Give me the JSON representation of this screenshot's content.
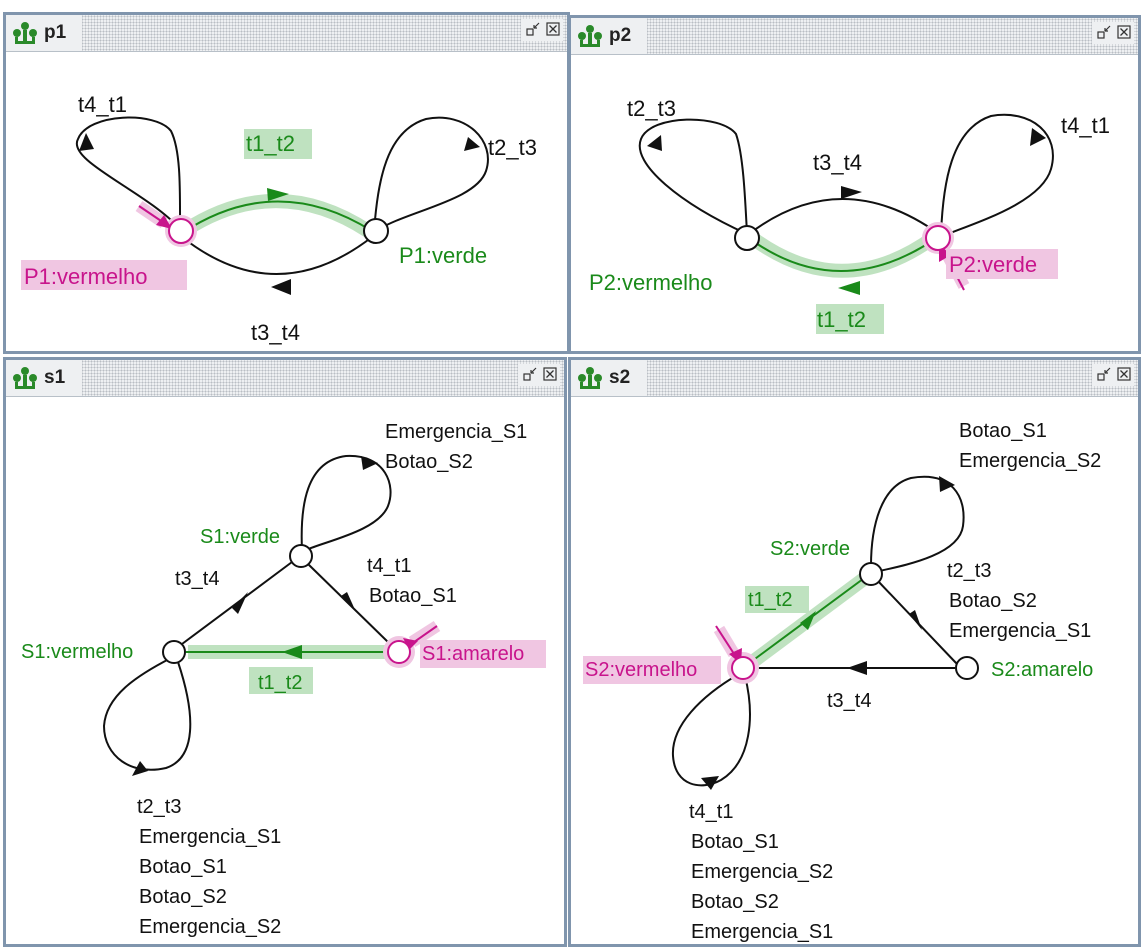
{
  "colors": {
    "green": "#1a8a1a",
    "magenta": "#c8148c",
    "highlight_green": "#bfe2c0",
    "highlight_pink": "#f0c6e2",
    "border": "#8095ad"
  },
  "panels": {
    "p1": {
      "title": "p1",
      "icon": "state-machine-icon",
      "labels": {
        "t4_t1": "t4_t1",
        "t2_t3": "t2_t3",
        "t1_t2": "t1_t2",
        "t3_t4": "t3_t4"
      },
      "states": {
        "red": "P1:vermelho",
        "green": "P1:verde"
      }
    },
    "p2": {
      "title": "p2",
      "icon": "state-machine-icon",
      "labels": {
        "t2_t3": "t2_t3",
        "t4_t1": "t4_t1",
        "t3_t4": "t3_t4",
        "t1_t2": "t1_t2"
      },
      "states": {
        "red": "P2:vermelho",
        "green": "P2:verde"
      }
    },
    "s1": {
      "title": "s1",
      "icon": "state-machine-icon",
      "labels": {
        "loop_top": [
          "Emergencia_S1",
          "Botao_S2"
        ],
        "t3_t4": "t3_t4",
        "t4_t1": [
          "t4_t1",
          "Botao_S1"
        ],
        "t1_t2": "t1_t2",
        "loop_bottom": [
          "t2_t3",
          "Emergencia_S1",
          "Botao_S1",
          "Botao_S2",
          "Emergencia_S2"
        ]
      },
      "states": {
        "green": "S1:verde",
        "red": "S1:vermelho",
        "yellow": "S1:amarelo"
      }
    },
    "s2": {
      "title": "s2",
      "icon": "state-machine-icon",
      "labels": {
        "loop_top": [
          "Botao_S1",
          "Emergencia_S2"
        ],
        "t1_t2": "t1_t2",
        "t2_t3": [
          "t2_t3",
          "Botao_S2",
          "Emergencia_S1"
        ],
        "t3_t4": "t3_t4",
        "loop_bottom": [
          "t4_t1",
          "Botao_S1",
          "Emergencia_S2",
          "Botao_S2",
          "Emergencia_S1"
        ]
      },
      "states": {
        "green": "S2:verde",
        "red": "S2:vermelho",
        "yellow": "S2:amarelo"
      }
    }
  }
}
